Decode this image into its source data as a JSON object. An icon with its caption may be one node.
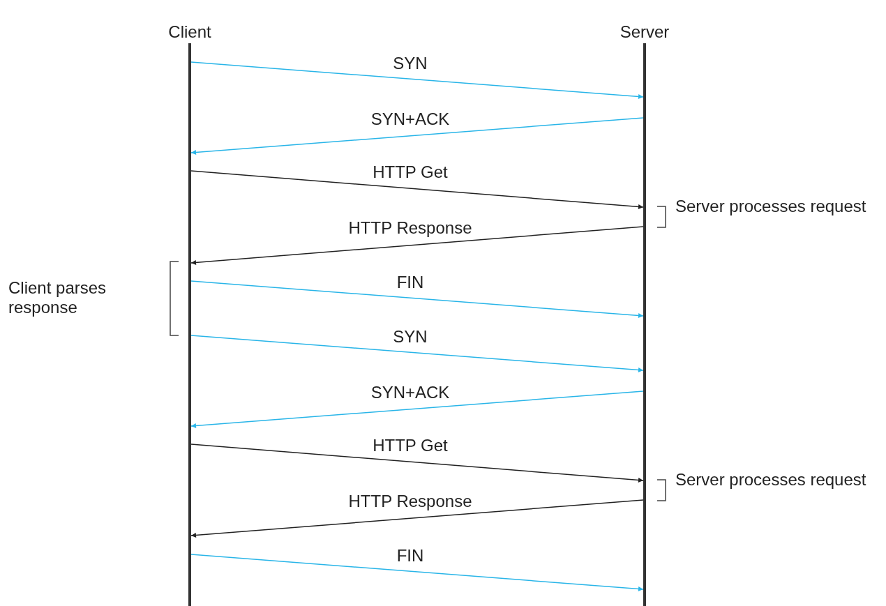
{
  "diagram": {
    "nodes": [
      {
        "text": [
          "Client"
        ]
      },
      {
        "text": [
          "Server"
        ]
      }
    ],
    "edges": [
      {
        "from": 0,
        "to": 1,
        "arrow": "to",
        "label": "SYN"
      },
      {
        "from": 1,
        "to": 0,
        "arrow": "to",
        "label": "SYN+ACK"
      },
      {
        "from": 0,
        "to": 1,
        "arrow": "to",
        "label": "HTTP Get",
        "color": "#222222"
      },
      {
        "from": 1,
        "to": 0,
        "arrow": "to",
        "label": "HTTP Response",
        "color": "#222222"
      },
      {
        "from": 0,
        "to": 1,
        "arrow": "to",
        "label": "FIN"
      },
      {
        "from": 0,
        "to": 1,
        "arrow": "to",
        "label": "SYN"
      },
      {
        "from": 1,
        "to": 0,
        "arrow": "to",
        "label": "SYN+ACK"
      },
      {
        "from": 0,
        "to": 1,
        "arrow": "to",
        "label": "HTTP Get",
        "color": "#222222"
      },
      {
        "from": 1,
        "to": 0,
        "arrow": "to",
        "label": "HTTP Response",
        "color": "#222222"
      },
      {
        "from": 0,
        "to": 1,
        "arrow": "to",
        "label": "FIN"
      }
    ],
    "labels": [
      "Server processes request",
      "Client parses response",
      "Server processes request"
    ]
  }
}
